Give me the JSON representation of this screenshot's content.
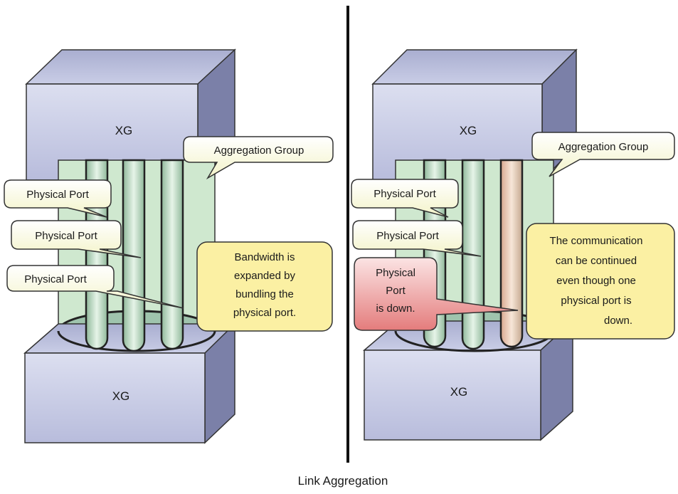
{
  "left": {
    "top_device": "XG",
    "bottom_device": "XG",
    "group_callout": "Aggregation Group",
    "port_callouts": [
      "Physical Port",
      "Physical Port",
      "Physical Port"
    ],
    "note_lines": [
      "Bandwidth is",
      "expanded by",
      "bundling the",
      "physical port."
    ]
  },
  "right": {
    "top_device": "XG",
    "bottom_device": "XG",
    "group_callout": "Aggregation Group",
    "port_callouts": [
      "Physical Port",
      "Physical Port"
    ],
    "down_callout_lines": [
      "Physical",
      "Port",
      "is down."
    ],
    "note_lines": [
      "The communication",
      "can be continued",
      "even though one",
      "physical port is",
      "down."
    ]
  },
  "caption": "Link Aggregation",
  "colors": {
    "device_fill": "#c7cbe4",
    "device_side": "#7b80a8",
    "group_fill": "#cfe8cf",
    "port_fill": "#b8d8bd",
    "port_down_fill": "#e9c9b2",
    "callout_fill": "#fbfbdc",
    "note_fill": "#fbf0a3",
    "down_callout_fill": "#ea9c9c"
  }
}
